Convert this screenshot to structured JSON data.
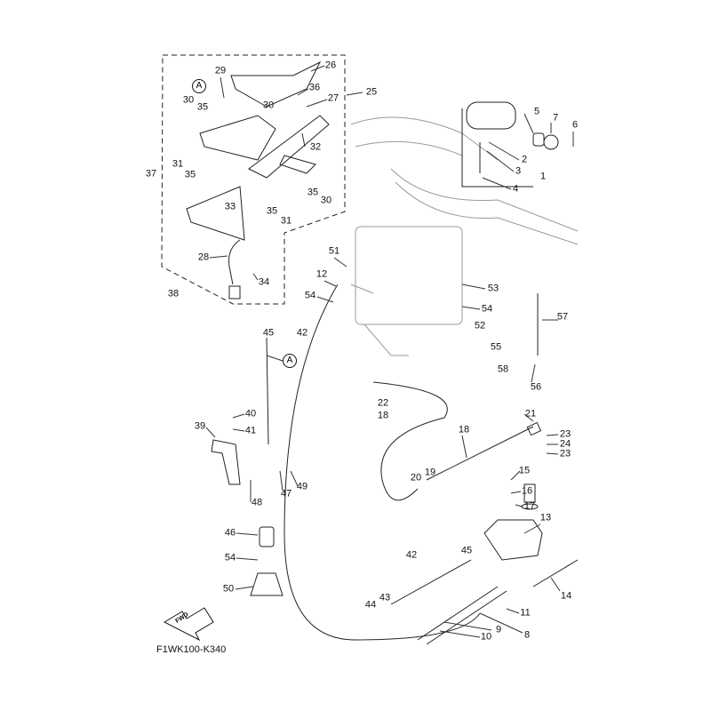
{
  "diagram": {
    "code": "F1WK100-K340",
    "fwd_label": "FWD",
    "ref_marker": "A",
    "callouts": [
      "26",
      "29",
      "36",
      "27",
      "25",
      "30",
      "35",
      "30",
      "32",
      "31",
      "35",
      "37",
      "35",
      "30",
      "35",
      "31",
      "33",
      "28",
      "34",
      "38",
      "5",
      "7",
      "6",
      "2",
      "3",
      "1",
      "4",
      "51",
      "12",
      "54",
      "53",
      "54",
      "52",
      "55",
      "57",
      "58",
      "56",
      "45",
      "42",
      "22",
      "18",
      "21",
      "23",
      "24",
      "23",
      "18",
      "19",
      "20",
      "15",
      "16",
      "17",
      "13",
      "40",
      "39",
      "41",
      "47",
      "49",
      "48",
      "46",
      "54",
      "50",
      "45",
      "42",
      "43",
      "44",
      "14",
      "11",
      "9",
      "8",
      "10"
    ]
  }
}
